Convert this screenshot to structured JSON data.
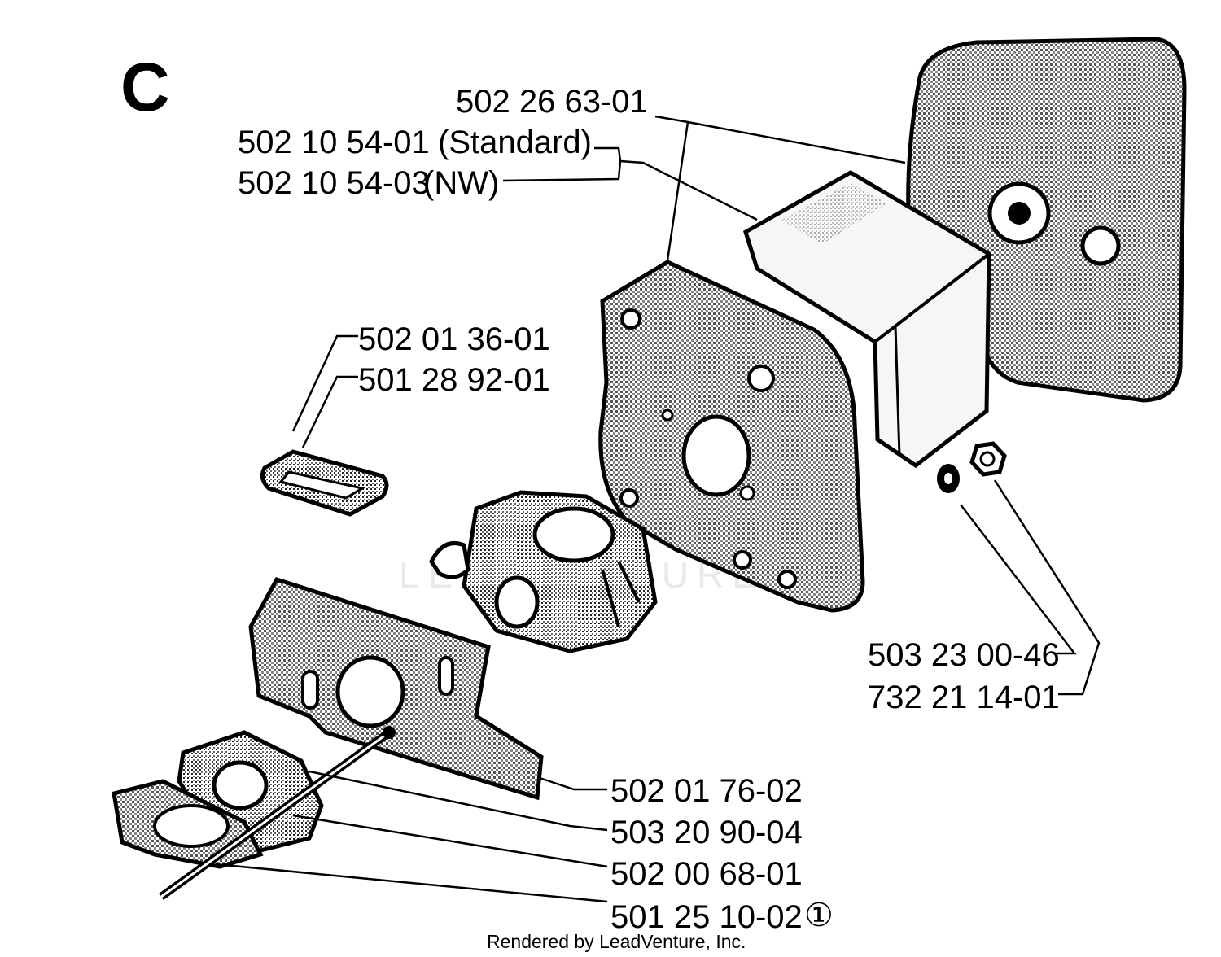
{
  "section_letter": "C",
  "watermark": "LEADVENTURE",
  "footer": "Rendered by LeadVenture, Inc.",
  "labels": {
    "p1": "502 26 63-01",
    "p2": "502 10 54-01",
    "p2_note": "(Standard)",
    "p3": "502 10 54-03",
    "p3_note": "(NW)",
    "p4": "502 01 36-01",
    "p5": "501 28 92-01",
    "p6": "503 23 00-46",
    "p7": "732 21 14-01",
    "p8": "502 01 76-02",
    "p9": "503 20 90-04",
    "p10": "502 00 68-01",
    "p11": "501 25 10-02",
    "p11_mark": "①"
  }
}
